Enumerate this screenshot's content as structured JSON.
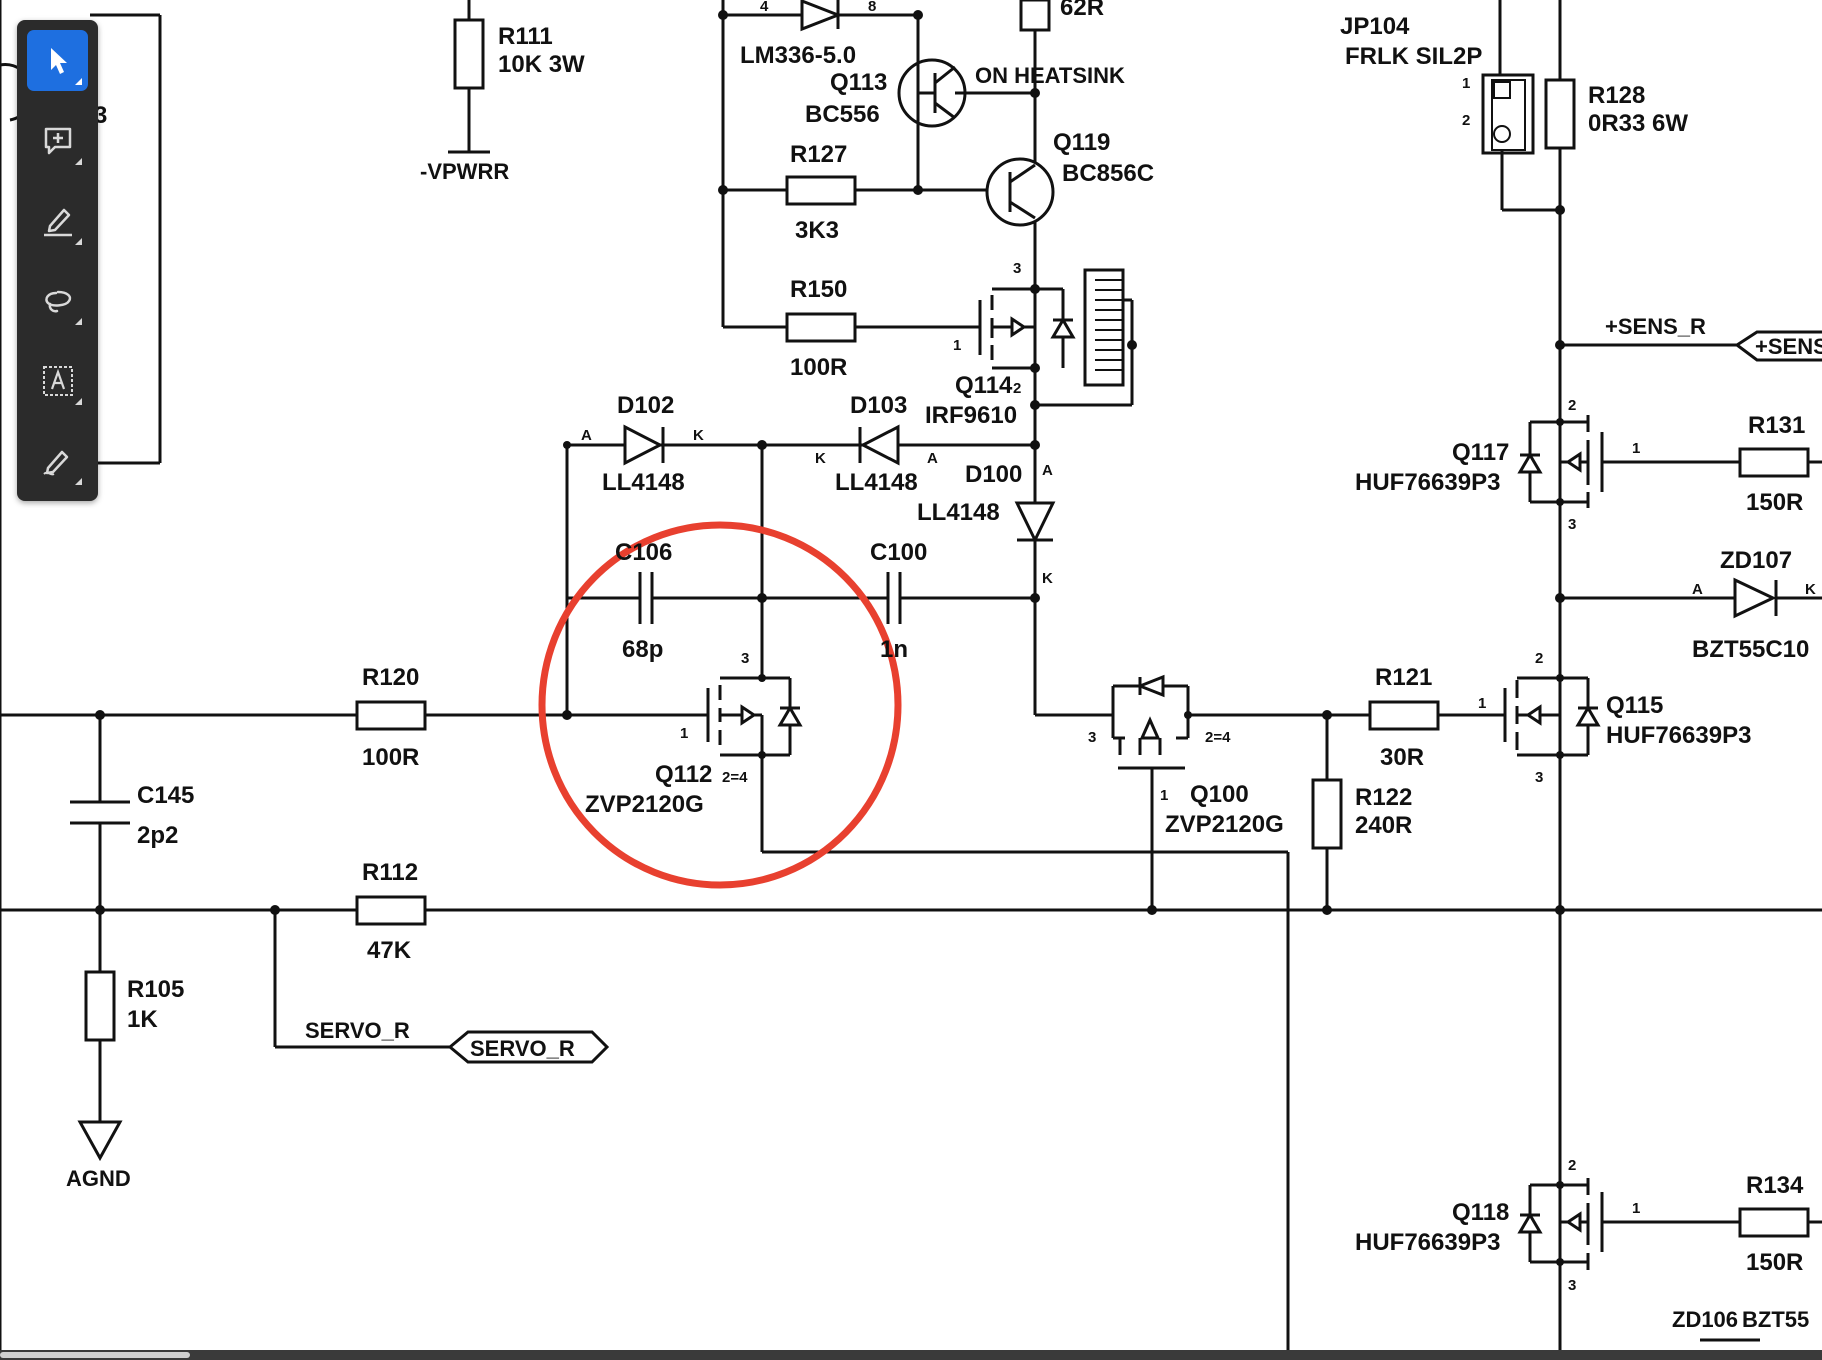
{
  "toolbar": {
    "tools": [
      {
        "icon": "select-arrow-icon",
        "active": true
      },
      {
        "icon": "add-comment-icon",
        "active": false
      },
      {
        "icon": "highlighter-icon",
        "active": false
      },
      {
        "icon": "lasso-icon",
        "active": false
      },
      {
        "icon": "text-box-icon",
        "active": false
      },
      {
        "icon": "signature-pen-icon",
        "active": false
      }
    ],
    "accent": "#1e6fe0",
    "background": "#2b2b2b"
  },
  "annotation": {
    "shape": "circle",
    "color": "#e8402f"
  },
  "schematic": {
    "r111": {
      "ref": "R111",
      "value": "10K 3W"
    },
    "vpwrr": "-VPWRR",
    "lm336": "LM336-5.0",
    "pin4": "4",
    "pin8": "8",
    "r62_value": "62R",
    "q113": {
      "ref": "Q113",
      "value": "BC556"
    },
    "on_heatsink": "ON HEATSINK",
    "q119": {
      "ref": "Q119",
      "value": "BC856C"
    },
    "r127": {
      "ref": "R127",
      "value": "3K3"
    },
    "r150": {
      "ref": "R150",
      "value": "100R"
    },
    "q114": {
      "ref": "Q114",
      "pin2": "2",
      "value": "IRF9610",
      "pin1": "1",
      "pin3": "3"
    },
    "jp104": {
      "ref": "JP104",
      "value": "FRLK SIL2P",
      "pin1": "1",
      "pin2": "2"
    },
    "r128": {
      "ref": "R128",
      "value": "0R33 6W"
    },
    "sens_r_net": "+SENS_R",
    "sens_r_port": "+SENS",
    "d102": {
      "ref": "D102",
      "value": "LL4148",
      "a": "A",
      "k": "K"
    },
    "d103": {
      "ref": "D103",
      "value": "LL4148",
      "a": "A",
      "k": "K"
    },
    "d100": {
      "ref": "D100",
      "value": "LL4148",
      "a": "A",
      "k": "K"
    },
    "c106": {
      "ref": "C106",
      "value": "68p"
    },
    "c100": {
      "ref": "C100",
      "value": "1n"
    },
    "q117": {
      "ref": "Q117",
      "value": "HUF76639P3",
      "pin1": "1",
      "pin2": "2",
      "pin3": "3"
    },
    "r131": {
      "ref": "R131",
      "value": "150R"
    },
    "zd107": {
      "ref": "ZD107",
      "value": "BZT55C10",
      "a": "A",
      "k": "K"
    },
    "r120": {
      "ref": "R120",
      "value": "100R"
    },
    "q112": {
      "ref": "Q112",
      "value": "ZVP2120G",
      "pin1": "1",
      "pin3": "3",
      "pin24": "2=4"
    },
    "q100": {
      "ref": "Q100",
      "value": "ZVP2120G",
      "pin1": "1",
      "pin3": "3",
      "pin24": "2=4"
    },
    "r121": {
      "ref": "R121",
      "value": "30R"
    },
    "q115": {
      "ref": "Q115",
      "value": "HUF76639P3",
      "pin1": "1",
      "pin2": "2",
      "pin3": "3"
    },
    "c145": {
      "ref": "C145",
      "value": "2p2"
    },
    "r122": {
      "ref": "R122",
      "value": "240R"
    },
    "r112": {
      "ref": "R112",
      "value": "47K"
    },
    "r105": {
      "ref": "R105",
      "value": "1K"
    },
    "servo_net": "SERVO_R",
    "servo_port": "SERVO_R",
    "agnd": "AGND",
    "q118": {
      "ref": "Q118",
      "value": "HUF76639P3",
      "pin1": "1",
      "pin2": "2",
      "pin3": "3"
    },
    "r134": {
      "ref": "R134",
      "value": "150R"
    },
    "zd106": {
      "ref": "ZD106",
      "value": "BZT55"
    },
    "partial_left": "3"
  }
}
